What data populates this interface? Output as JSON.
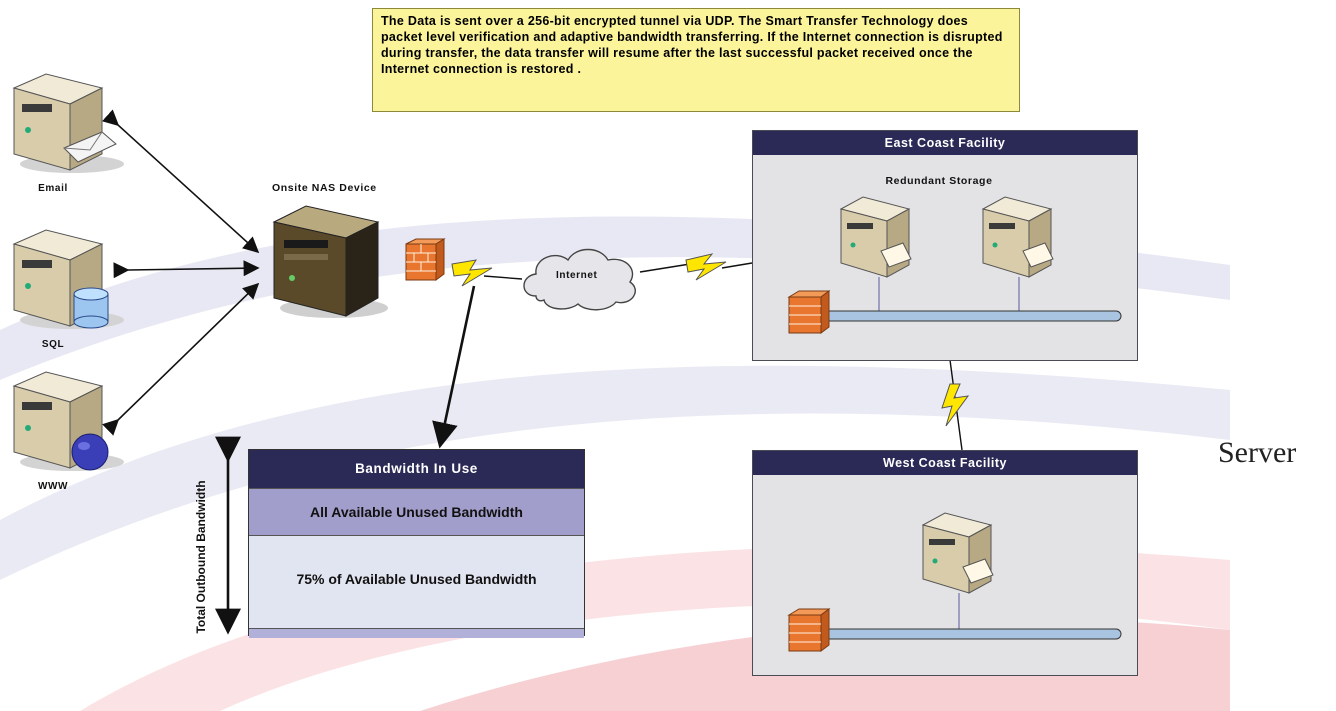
{
  "note": {
    "text": "The Data is sent over a 256-bit encrypted tunnel via UDP.  The Smart Transfer Technology does packet level verification and adaptive bandwidth transferring.  If the Internet connection is disrupted during transfer, the data transfer will resume after the last successful packet received once the Internet connection is restored ."
  },
  "servers": {
    "email": "Email",
    "sql": "SQL",
    "www": "WWW"
  },
  "nas": {
    "label": "Onsite NAS Device"
  },
  "internet": {
    "label": "Internet"
  },
  "east": {
    "title": "East Coast Facility",
    "subtitle": "Redundant Storage"
  },
  "west": {
    "title": "West Coast Facility"
  },
  "bandwidth": {
    "title": "Bandwidth In Use",
    "row1": "All Available Unused Bandwidth",
    "row2": "75% of Available Unused Bandwidth",
    "axis_label": "Total Outbound Bandwidth"
  },
  "partial_text": "Server",
  "colors": {
    "header_navy": "#2b2a56",
    "note_yellow": "#fbf49a",
    "lavender": "#a29ecc",
    "firewall_orange": "#e8762f",
    "bolt_yellow": "#ffe600"
  }
}
